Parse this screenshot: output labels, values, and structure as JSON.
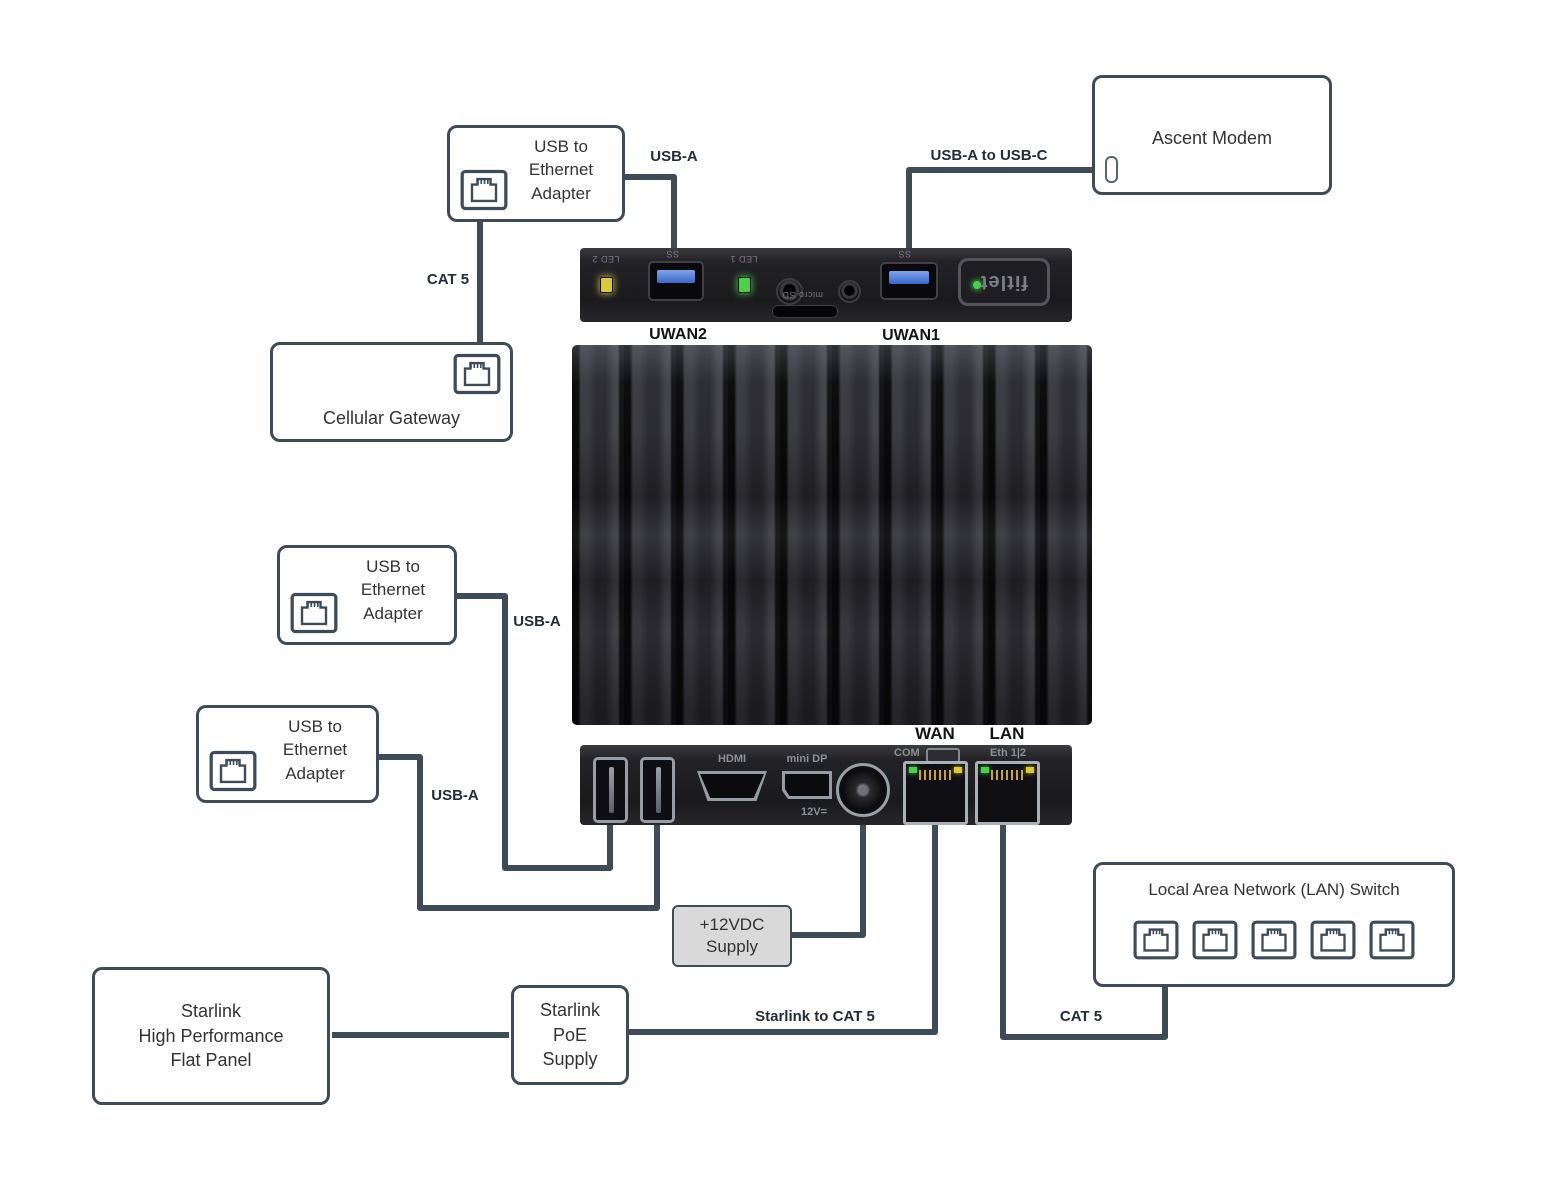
{
  "boxes": {
    "usb_eth_top": {
      "label": "USB to\nEthernet\nAdapter"
    },
    "ascent_modem": {
      "label": "Ascent Modem"
    },
    "cellular_gateway": {
      "label": "Cellular Gateway"
    },
    "usb_eth_mid": {
      "label": "USB to\nEthernet\nAdapter"
    },
    "usb_eth_low": {
      "label": "USB to\nEthernet\nAdapter"
    },
    "supply_12vdc": {
      "label": "+12VDC\nSupply"
    },
    "starlink_panel": {
      "label": "Starlink\nHigh Performance\nFlat Panel"
    },
    "starlink_poe": {
      "label": "Starlink\nPoE\nSupply"
    },
    "lan_switch": {
      "label": "Local Area Network (LAN) Switch"
    }
  },
  "cable_labels": {
    "usb_a_top": "USB-A",
    "usb_a_to_usb_c": "USB-A to USB-C",
    "cat5_left": "CAT 5",
    "usb_a_mid": "USB-A",
    "usb_a_low": "USB-A",
    "starlink_to_cat5": "Starlink to CAT 5",
    "cat5_right": "CAT 5"
  },
  "port_labels": {
    "uwan2": "UWAN2",
    "uwan1": "UWAN1",
    "wan": "WAN",
    "lan": "LAN"
  },
  "device": {
    "top_panel": {
      "led2_mark": "LED 2",
      "led1_mark": "LED 1",
      "ss_mark_1": "SS",
      "ss_mark_2": "SS",
      "micro_sd_mark": "micro SD",
      "logo": "fitlet"
    },
    "bottom_panel": {
      "hdmi_mark": "HDMI",
      "mini_dp_mark": "mini DP",
      "power_mark": "12V=",
      "com_mark": "COM",
      "eth_mark": "Eth 1|2"
    }
  },
  "colors": {
    "line": "#3e4b59",
    "box_border": "#3e4b59",
    "box_text": "#333333",
    "cable_label": "#232d37",
    "supply_bg": "#d9d9d9",
    "usb_blue": "#3a68ca",
    "led_green": "#46d348",
    "led_amber": "#dcc935"
  }
}
